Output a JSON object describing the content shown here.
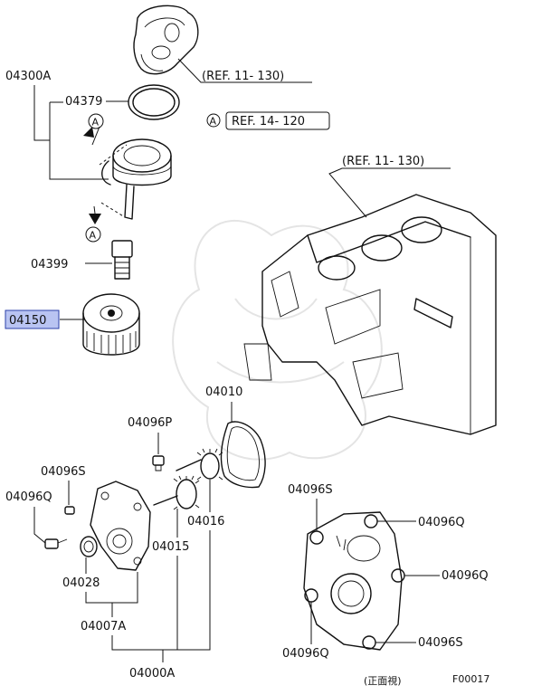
{
  "diagram": {
    "part_labels": {
      "p04300a": "04300A",
      "p04379": "04379",
      "p04399": "04399",
      "p04150": "04150",
      "p04010": "04010",
      "p04096p": "04096P",
      "p04096s_left": "04096S",
      "p04096q_left": "04096Q",
      "p04016": "04016",
      "p04015": "04015",
      "p04028": "04028",
      "p04007a": "04007A",
      "p04000a": "04000A",
      "p04096s_right_top": "04096S",
      "p04096q_right_1": "04096Q",
      "p04096q_right_2": "04096Q",
      "p04096q_right_3": "04096Q",
      "p04096s_right_bottom": "04096S"
    },
    "references": {
      "ref_top": "(REF. 11- 130)",
      "ref_engine": "(REF. 11- 130)",
      "ref_a": "REF. 14- 120"
    },
    "markers": {
      "a1": "A",
      "a2": "A",
      "a3": "A"
    },
    "view_note": "(正面視)",
    "figure_code": "F00017",
    "highlight_color": "#b9c4f2"
  }
}
